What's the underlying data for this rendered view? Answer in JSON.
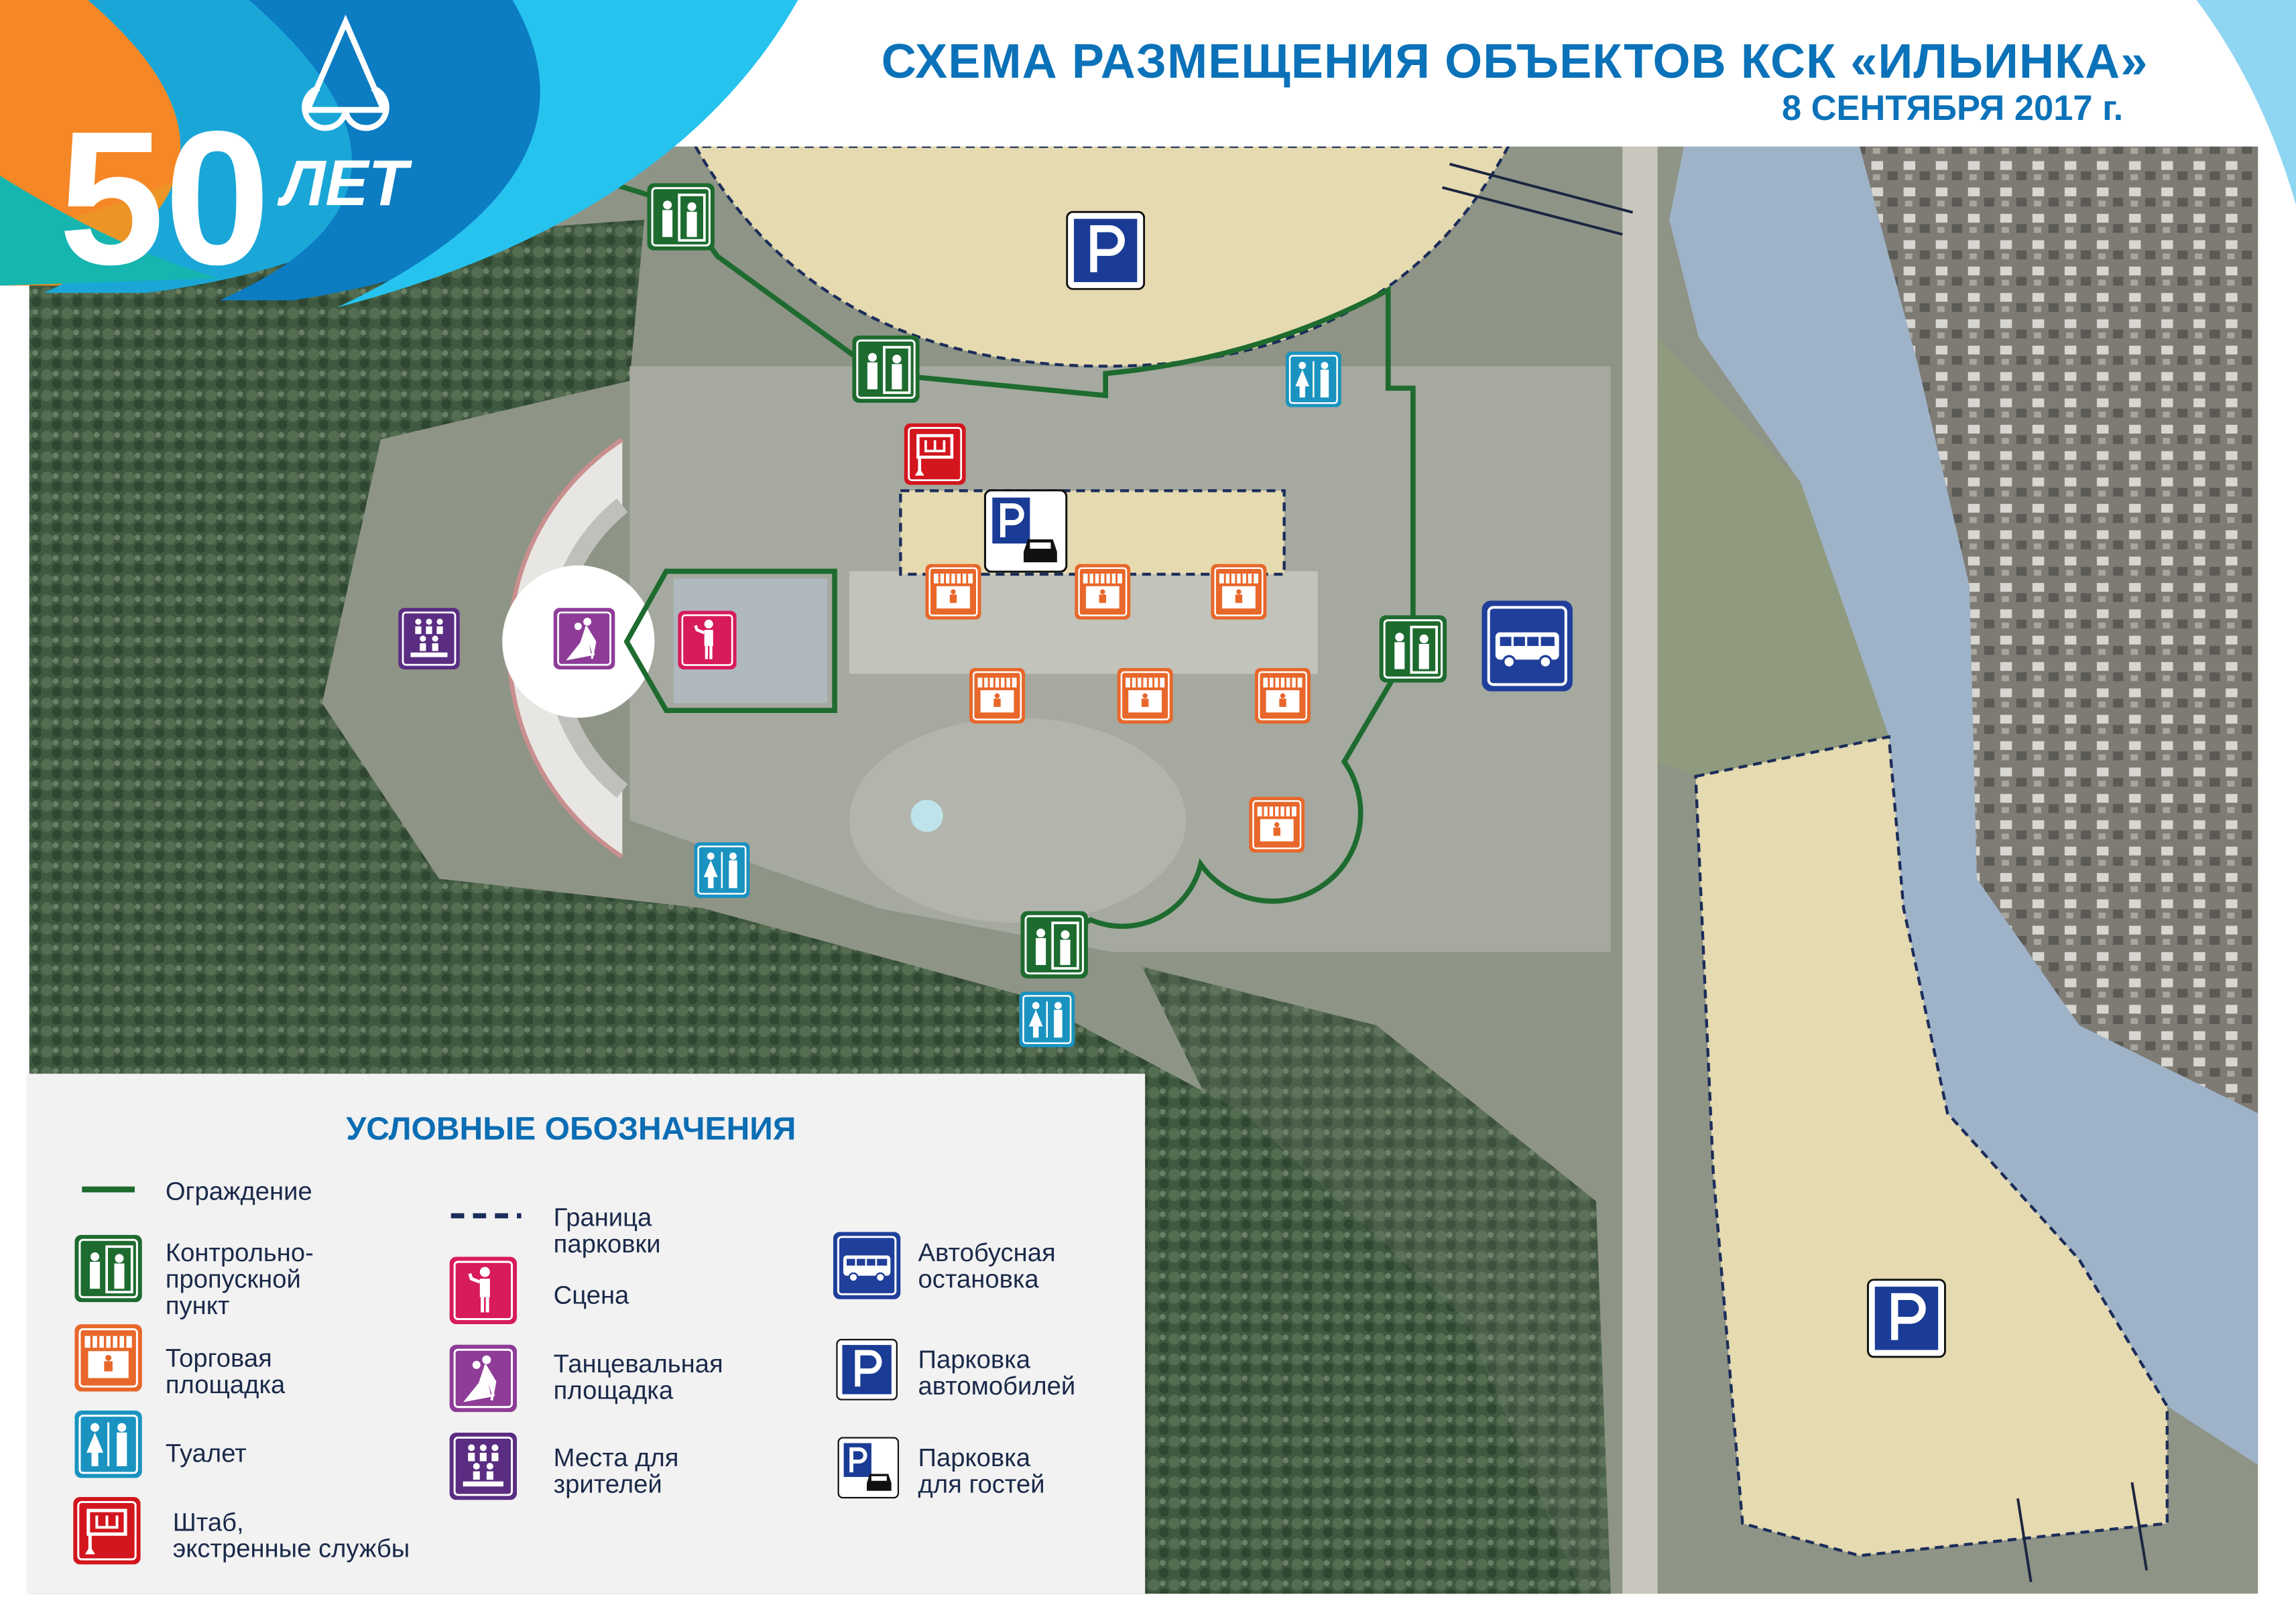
{
  "header": {
    "title": "СХЕМА РАЗМЕЩЕНИЯ ОБЪЕКТОВ КСК «ИЛЬИНКА»",
    "date": "8 СЕНТЯБРЯ 2017 г.",
    "logo_number": "50",
    "logo_text": "ЛЕТ"
  },
  "colors": {
    "title_blue": "#0b72b9",
    "fence_green": "#1e6b2f",
    "parking_fill": "#e5dab0",
    "parking_border": "#1c2d5a",
    "checkpoint": "#1e6b2f",
    "shop": "#e8672a",
    "toilet": "#1a93c0",
    "hq": "#d3161e",
    "stage": "#d81b5a",
    "dance": "#8e3c98",
    "spectators": "#5a2d82",
    "bus": "#1f3f9a",
    "parking_sign": "#1a3c96"
  },
  "legend": {
    "title": "УСЛОВНЫЕ ОБОЗНАЧЕНИЯ",
    "fence": {
      "icon": "fence-line",
      "lines": [
        "Ограждение"
      ]
    },
    "parking_border": {
      "icon": "dashed-line",
      "lines": [
        "Граница",
        "парковки"
      ]
    },
    "checkpoint": {
      "icon": "checkpoint-icon",
      "lines": [
        "Контрольно-",
        "пропускной",
        "пункт"
      ]
    },
    "shop": {
      "icon": "shop-icon",
      "lines": [
        "Торговая",
        "площадка"
      ]
    },
    "toilet": {
      "icon": "toilet-icon",
      "lines": [
        "Туалет"
      ]
    },
    "hq": {
      "icon": "hq-flag-icon",
      "lines": [
        "Штаб,",
        "экстренные службы"
      ]
    },
    "stage": {
      "icon": "stage-performer-icon",
      "lines": [
        "Сцена"
      ]
    },
    "dance": {
      "icon": "dancing-couple-icon",
      "lines": [
        "Танцевальная",
        "площадка"
      ]
    },
    "spectators": {
      "icon": "spectators-icon",
      "lines": [
        "Места для",
        "зрителей"
      ]
    },
    "bus": {
      "icon": "bus-icon",
      "lines": [
        "Автобусная",
        "остановка"
      ]
    },
    "parking": {
      "icon": "parking-icon",
      "lines": [
        "Парковка",
        "автомобилей"
      ]
    },
    "guest_parking": {
      "icon": "guest-parking-icon",
      "lines": [
        "Парковка",
        "для гостей"
      ]
    }
  },
  "map": {
    "hq_glyph": "Ш",
    "parking_glyph": "P"
  }
}
